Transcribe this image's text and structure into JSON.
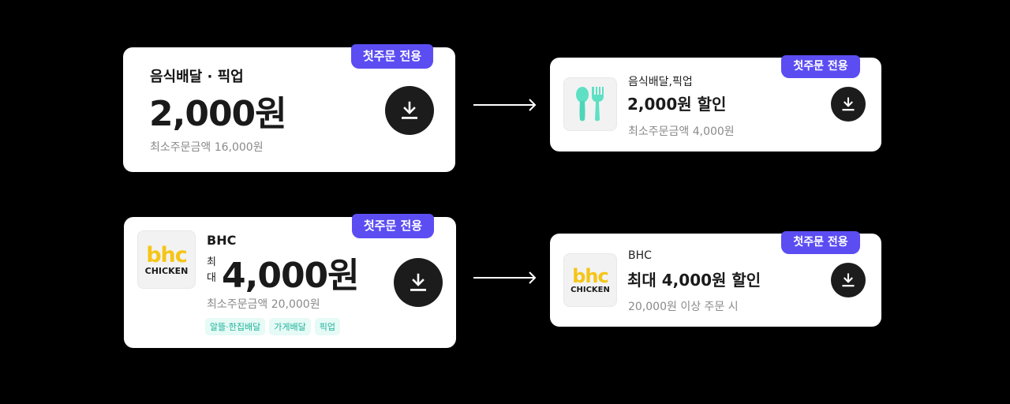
{
  "colors": {
    "background": "#000000",
    "card": "#ffffff",
    "badge": "#5b4df2",
    "download_button": "#1c1c1c",
    "tag_bg": "#e6faf6",
    "tag_text": "#1fb39a",
    "mint_icon": "#5ee0c4",
    "bhc_yellow": "#f5c518"
  },
  "coupons_before": [
    {
      "badge": "첫주문 전용",
      "category": "음식배달 · 픽업",
      "amount": "2,000원",
      "min_order": "최소주문금액 16,000원",
      "download_icon": "download-icon"
    },
    {
      "badge": "첫주문 전용",
      "store": "BHC",
      "logo": {
        "top": "bhc",
        "bottom": "CHICKEN"
      },
      "max_prefix_1": "최",
      "max_prefix_2": "대",
      "amount": "4,000원",
      "min_order": "최소주문금액 20,000원",
      "tags": [
        "알뜰·한집배달",
        "가게배달",
        "픽업"
      ],
      "download_icon": "download-icon"
    }
  ],
  "coupons_after": [
    {
      "badge": "첫주문 전용",
      "thumbnail_icon": "spoon-fork-icon",
      "category": "음식배달,픽업",
      "amount": "2,000원 할인",
      "min_order": "최소주문금액 4,000원",
      "download_icon": "download-icon"
    },
    {
      "badge": "첫주문 전용",
      "store": "BHC",
      "logo": {
        "top": "bhc",
        "bottom": "CHICKEN"
      },
      "amount": "최대 4,000원 할인",
      "min_order": "20,000원 이상 주문 시",
      "download_icon": "download-icon"
    }
  ],
  "arrows": [
    "arrow-right-icon",
    "arrow-right-icon"
  ]
}
